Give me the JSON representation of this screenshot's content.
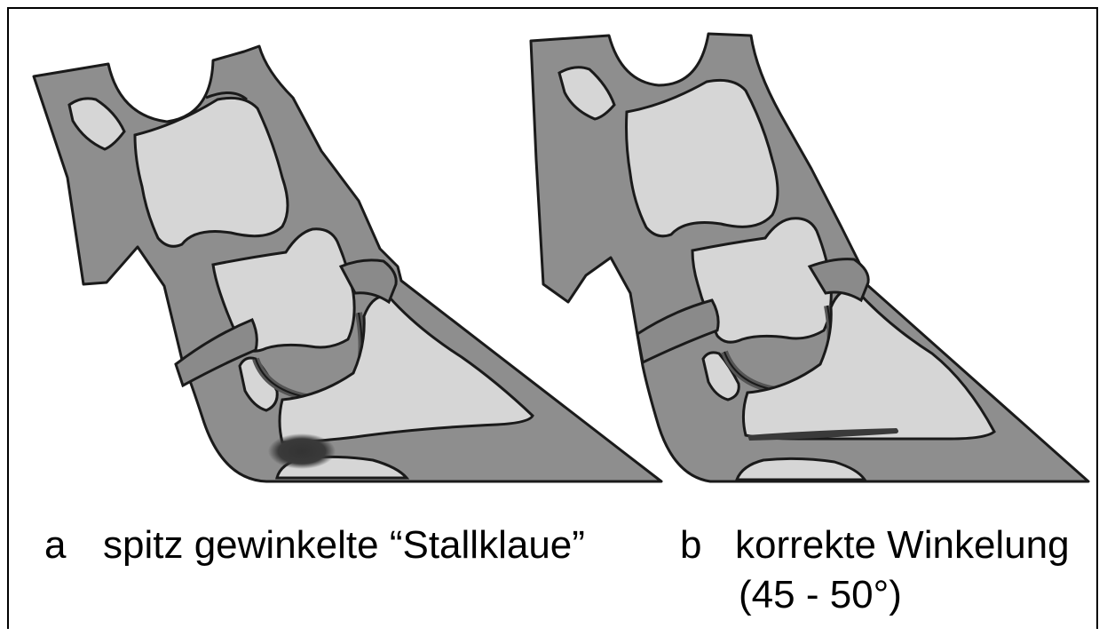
{
  "panels": [
    {
      "letter": "a",
      "caption": "spitz gewinkelte “Stallklaue”",
      "caption_line2": ""
    },
    {
      "letter": "b",
      "caption": "korrekte Winkelung",
      "caption_line2": "(45 - 50°)"
    }
  ],
  "colors": {
    "soft_tissue": "#8e8e8e",
    "bone": "#d6d6d6",
    "outline": "#1a1a1a",
    "lesion": "#3a3a3a",
    "background": "#ffffff"
  }
}
